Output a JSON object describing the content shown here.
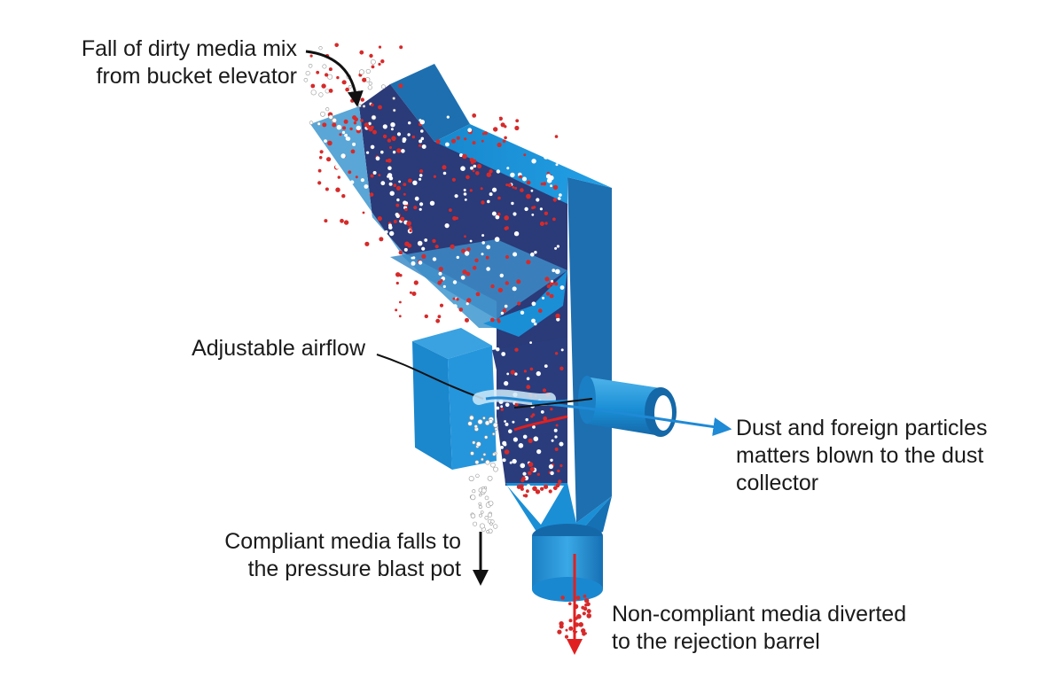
{
  "labels": {
    "inlet": [
      "Fall of dirty media mix",
      "from bucket elevator"
    ],
    "airflow": [
      "Adjustable airflow"
    ],
    "dust": [
      "Dust and foreign particles",
      "matters blown to the dust",
      "collector"
    ],
    "compliant": [
      "Compliant media falls to",
      "the pressure blast pot"
    ],
    "noncompliant": [
      "Non-compliant media diverted",
      "to the rejection barrel"
    ]
  },
  "colors": {
    "body_front": "#1a8fd6",
    "body_side": "#1e6fb0",
    "interior_dark": "#2b3a78",
    "hopper_light": "#5aa6d6",
    "hopper_mid": "#3d8cc8",
    "particle_red": "#d62a2a",
    "particle_white": "#ffffff",
    "arrow_black": "#111111",
    "arrow_red": "#e02020",
    "airflow_blue": "#1f8ad6"
  }
}
